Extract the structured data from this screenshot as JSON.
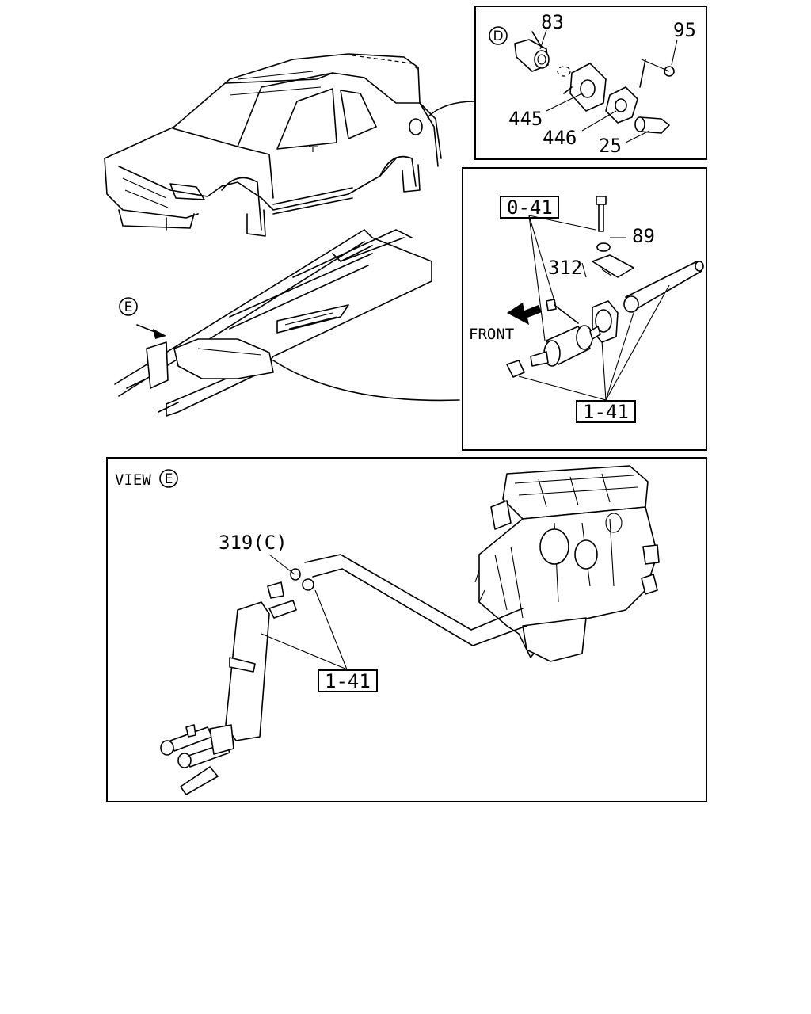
{
  "detail_d": {
    "marker": "D",
    "labels": {
      "p83": "83",
      "p95": "95",
      "p445": "445",
      "p446": "446",
      "p25": "25"
    }
  },
  "detail_filter": {
    "box_top": "0-41",
    "box_bottom": "1-41",
    "p89": "89",
    "p312": "312",
    "front": "FRONT"
  },
  "chassis": {
    "marker": "E"
  },
  "view_e": {
    "title": "VIEW",
    "marker": "E",
    "p319": "319(C)",
    "box": "1-41"
  }
}
